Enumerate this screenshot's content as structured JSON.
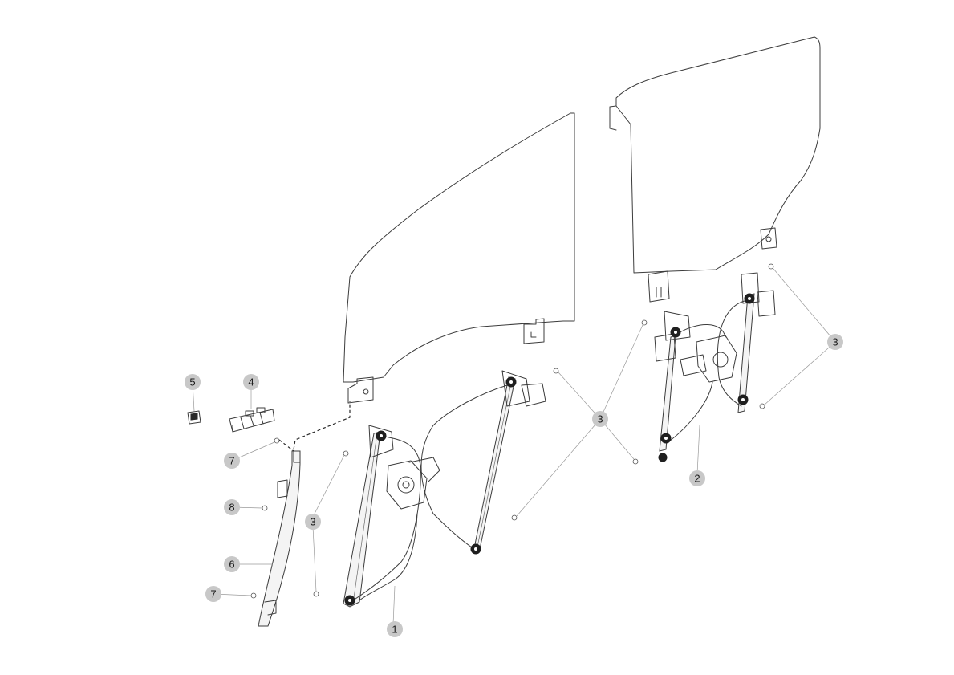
{
  "callouts": [
    {
      "label": "1"
    },
    {
      "label": "2"
    },
    {
      "label": "3"
    },
    {
      "label": "3"
    },
    {
      "label": "3"
    },
    {
      "label": "4"
    },
    {
      "label": "5"
    },
    {
      "label": "6"
    },
    {
      "label": "7"
    },
    {
      "label": "7"
    },
    {
      "label": "8"
    }
  ]
}
